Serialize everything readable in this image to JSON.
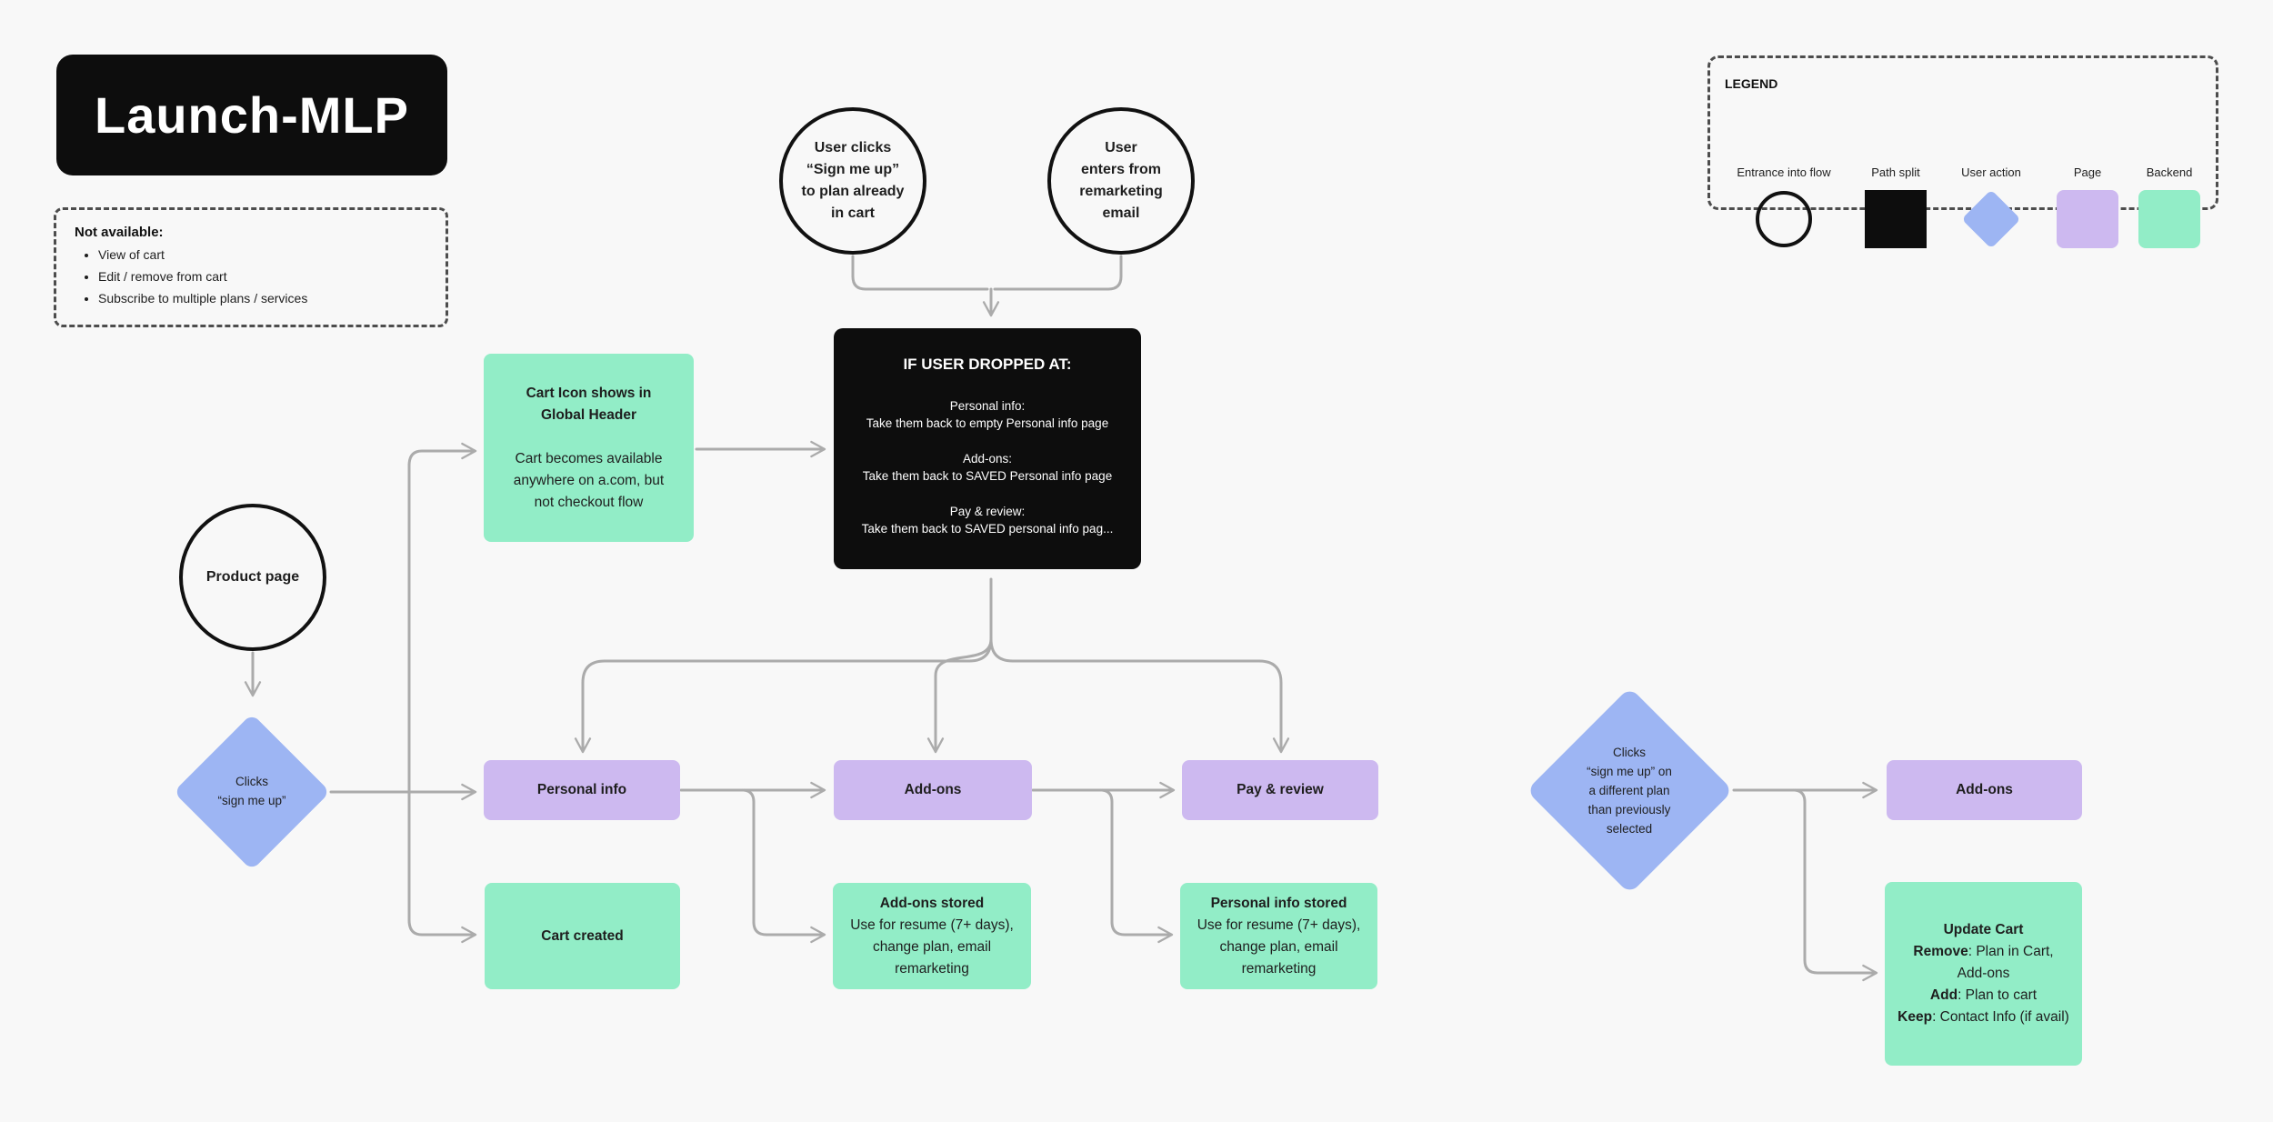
{
  "title": "Launch-MLP",
  "colors": {
    "bg": "#F8F8F8",
    "green": "#92EDC7",
    "purple": "#CDB9F0",
    "blue": "#9DB5F3",
    "ink": "#0D0D0D",
    "line": "#ABABAB",
    "border": "#4D4D4D",
    "text": "#1E1E1E"
  },
  "not_available": {
    "heading": "Not available:",
    "items": [
      "View of cart",
      "Edit / remove from cart",
      "Subscribe to multiple plans / services"
    ]
  },
  "legend": {
    "heading": "LEGEND",
    "items": [
      {
        "label": "Entrance into flow",
        "shape": "circle"
      },
      {
        "label": "Path split",
        "shape": "black-square"
      },
      {
        "label": "User action",
        "shape": "blue-diamond"
      },
      {
        "label": "Page",
        "shape": "purple-square"
      },
      {
        "label": "Backend",
        "shape": "green-square"
      }
    ]
  },
  "nodes": {
    "entry_cart": {
      "lines": [
        "User clicks",
        "“Sign me up”",
        "to plan already",
        "in cart"
      ]
    },
    "entry_email": {
      "lines": [
        "User",
        "enters from",
        "remarketing",
        "email"
      ]
    },
    "product_page": {
      "label": "Product page"
    },
    "clicks_signup": {
      "lines": [
        "Clicks",
        "“sign me up”"
      ]
    },
    "cart_icon": {
      "bold_lines": [
        "Cart Icon shows in",
        "Global Header"
      ],
      "lines": [
        "Cart becomes available",
        "anywhere on a.com, but",
        "not checkout flow"
      ]
    },
    "dropped": {
      "title": "IF USER DROPPED AT:",
      "sections": [
        {
          "label": "Personal info:",
          "text": "Take them back to empty Personal info page"
        },
        {
          "label": "Add-ons:",
          "text": "Take them back to SAVED Personal info page"
        },
        {
          "label": "Pay & review:",
          "text": "Take them back to SAVED personal info pag..."
        }
      ]
    },
    "personal_info": {
      "label": "Personal info"
    },
    "add_ons": {
      "label": "Add-ons"
    },
    "pay_review": {
      "label": "Pay & review"
    },
    "cart_created": {
      "label": "Cart created"
    },
    "add_ons_stored": {
      "title": "Add-ons stored",
      "text": "Use for resume (7+ days), change plan, email remarketing"
    },
    "personal_info_stored": {
      "title": "Personal info stored",
      "text": "Use for resume (7+ days), change plan, email remarketing"
    },
    "clicks_different": {
      "lines": [
        "Clicks",
        "“sign me up” on",
        "a different plan",
        "than previously",
        "selected"
      ]
    },
    "add_ons_right": {
      "label": "Add-ons"
    },
    "update_cart": {
      "title": "Update Cart",
      "segments": [
        {
          "bold": "Remove",
          "text": ": Plan in Cart, Add-ons"
        },
        {
          "bold": "Add",
          "text": ": Plan to cart"
        },
        {
          "bold": "Keep",
          "text": ": Contact Info (if avail)"
        }
      ]
    }
  }
}
